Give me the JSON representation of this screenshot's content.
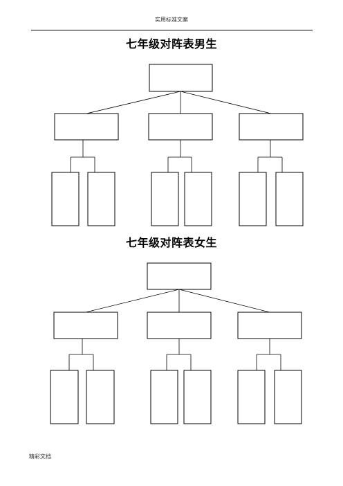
{
  "header": {
    "text": "实用标准文案"
  },
  "sections": [
    {
      "id": "boys",
      "title": "七年级对阵表男生"
    },
    {
      "id": "girls",
      "title": "七年级对阵表女生"
    }
  ],
  "footer": {
    "text": "精彩文档"
  }
}
